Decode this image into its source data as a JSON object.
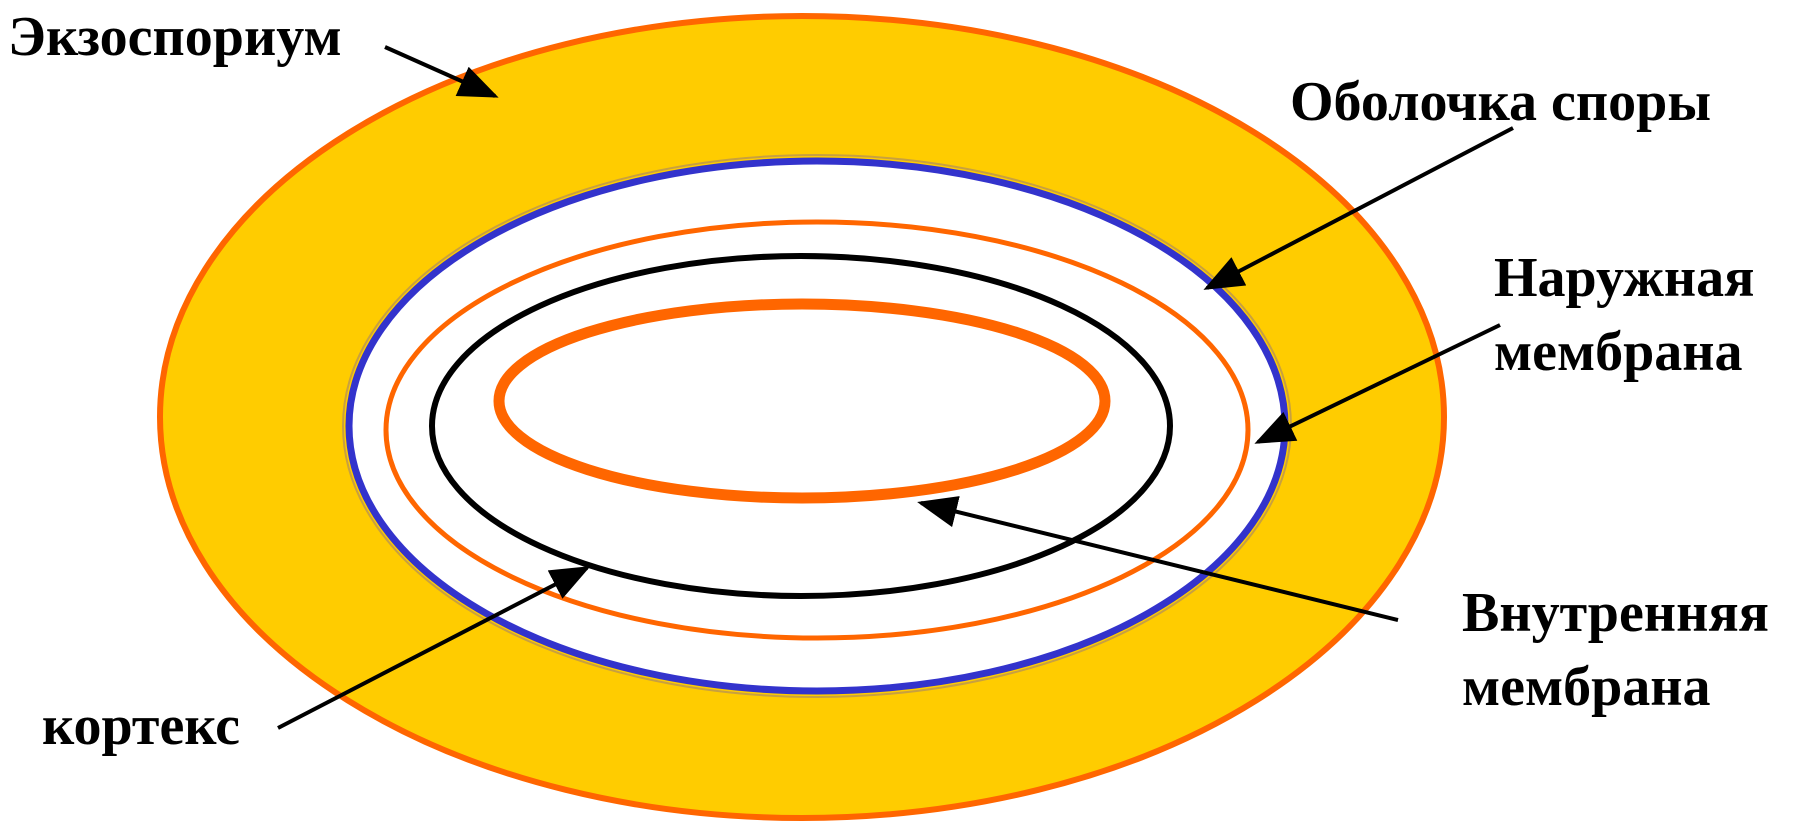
{
  "labels": {
    "exosporium": "Экзоспориум",
    "spore_coat": "Оболочка споры",
    "outer_membrane_line1": "Наружная",
    "outer_membrane_line2": "мембрана",
    "inner_membrane_line1": "Внутренняя",
    "inner_membrane_line2": "мембрана",
    "cortex": "кортекс"
  },
  "colors": {
    "exosporium_fill": "#ffcc00",
    "orange_stroke": "#ff6600",
    "blue_stroke": "#3333cc",
    "black_stroke": "#000000"
  }
}
